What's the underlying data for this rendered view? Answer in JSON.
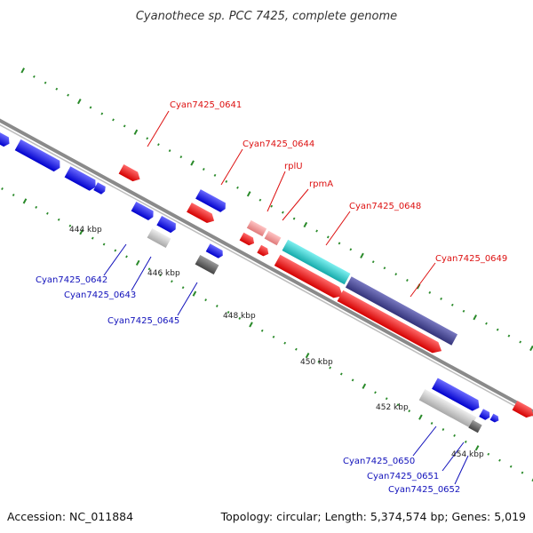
{
  "title": "Cyanothece sp. PCC 7425, complete genome",
  "footer": {
    "accession": "Accession: NC_011884",
    "summary": "Topology: circular; Length: 5,374,574 bp; Genes: 5,019"
  },
  "colors": {
    "backbone": "#8a8a8a",
    "ticks": "#2a8a2a",
    "forward_labels": "#dd1111",
    "reverse_labels": "#1111bb",
    "cds": "#ff0000",
    "cds_reverse": "#1a1aff",
    "rna": "#ff9999",
    "highlight": "#22cccc",
    "long_gene": "#4b4b9f",
    "gray_gene": "#c8c8c8",
    "dark_gray_gene": "#666666"
  },
  "position_labels": [
    "444 kbp",
    "446 kbp",
    "448 kbp",
    "450 kbp",
    "452 kbp",
    "454 kbp"
  ],
  "gene_labels": [
    {
      "text": "Cyan7425_0641",
      "strand": "forward"
    },
    {
      "text": "Cyan7425_0644",
      "strand": "forward"
    },
    {
      "text": "rplU",
      "strand": "forward"
    },
    {
      "text": "rpmA",
      "strand": "forward"
    },
    {
      "text": "Cyan7425_0648",
      "strand": "forward"
    },
    {
      "text": "Cyan7425_0649",
      "strand": "forward"
    },
    {
      "text": "Cyan7425_0642",
      "strand": "reverse"
    },
    {
      "text": "Cyan7425_0643",
      "strand": "reverse"
    },
    {
      "text": "Cyan7425_0645",
      "strand": "reverse"
    },
    {
      "text": "Cyan7425_0650",
      "strand": "reverse"
    },
    {
      "text": "Cyan7425_0651",
      "strand": "reverse"
    },
    {
      "text": "Cyan7425_0652",
      "strand": "reverse"
    }
  ]
}
